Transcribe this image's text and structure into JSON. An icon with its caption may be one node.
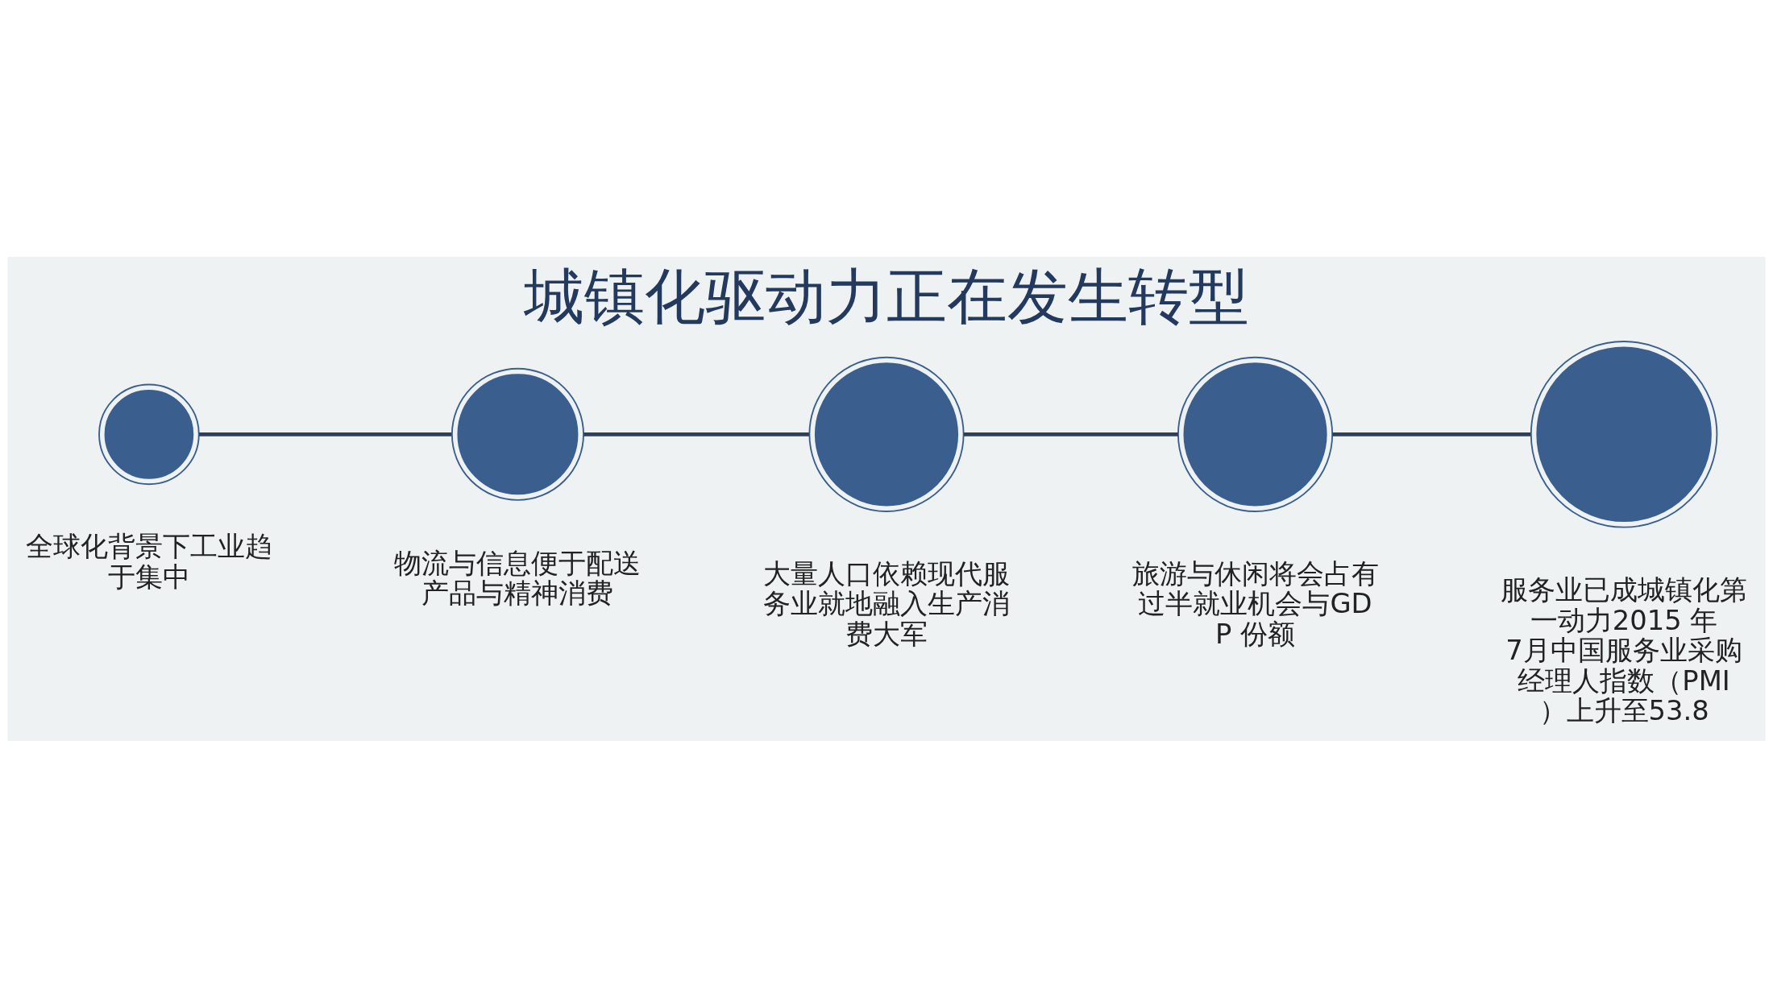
{
  "diagram": {
    "title": "城镇化驱动力正在发生转型",
    "nodes": [
      {
        "text": [],
        "shape": "circle",
        "beside": [
          "全球化背景下工业趋于集中"
        ]
      },
      {
        "text": [],
        "shape": "circle",
        "beside": [
          "物流与信息便于配送产品与精神消费"
        ]
      },
      {
        "text": [],
        "shape": "circle",
        "beside": [
          "大量人口依赖现代服务业就地融入生产消费大军"
        ]
      },
      {
        "text": [],
        "shape": "circle",
        "beside": [
          "旅游与休闲将会占有过半就业机会与GDP 份额"
        ]
      },
      {
        "text": [],
        "shape": "circle",
        "beside": [
          "服务业已成城镇化第一动力2015 年7月中国服务业采购经理人指数（PMI ）上升至53.8"
        ]
      }
    ],
    "edges": [
      {
        "from": 0,
        "to": 1,
        "arrow": "none"
      },
      {
        "from": 1,
        "to": 2,
        "arrow": "none"
      },
      {
        "from": 2,
        "to": 3,
        "arrow": "none"
      },
      {
        "from": 3,
        "to": 4,
        "arrow": "none"
      }
    ]
  }
}
